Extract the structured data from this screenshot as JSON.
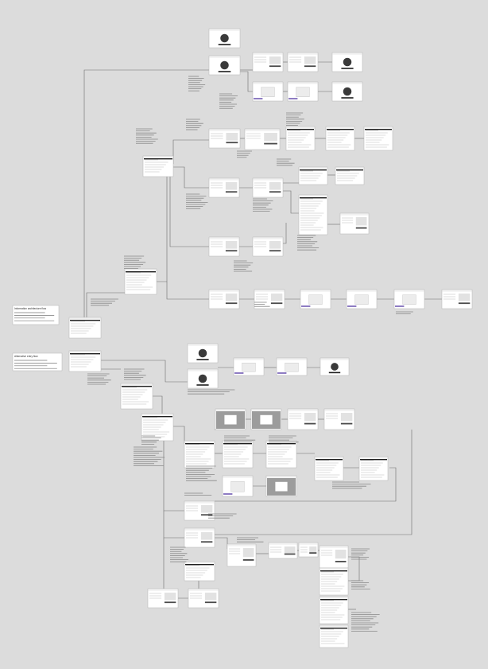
{
  "canvas": {
    "background": "#dcdcdc",
    "wire_color": "#6a6a6a",
    "frame_color": "#ffffff",
    "accent_purple": "#8e7cc3",
    "dark_bar": "#1e1e1e"
  },
  "notes": [
    {
      "id": "n1",
      "title": "Information architecture flow",
      "text": ""
    },
    {
      "id": "n2",
      "title": "Alternative entry flow",
      "text": ""
    }
  ]
}
